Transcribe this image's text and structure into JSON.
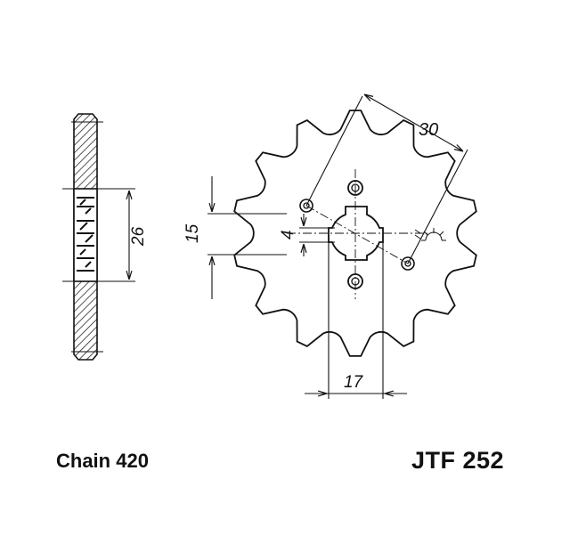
{
  "captions": {
    "chain": "Chain 420",
    "part_number": "JTF 252"
  },
  "dimensions": {
    "side_hub_width": "26",
    "bolt_spacing": "15",
    "spline_tooth": "4",
    "bore": "17",
    "bolt_circle": "30"
  },
  "colors": {
    "ink": "#111111",
    "paper": "#ffffff"
  }
}
